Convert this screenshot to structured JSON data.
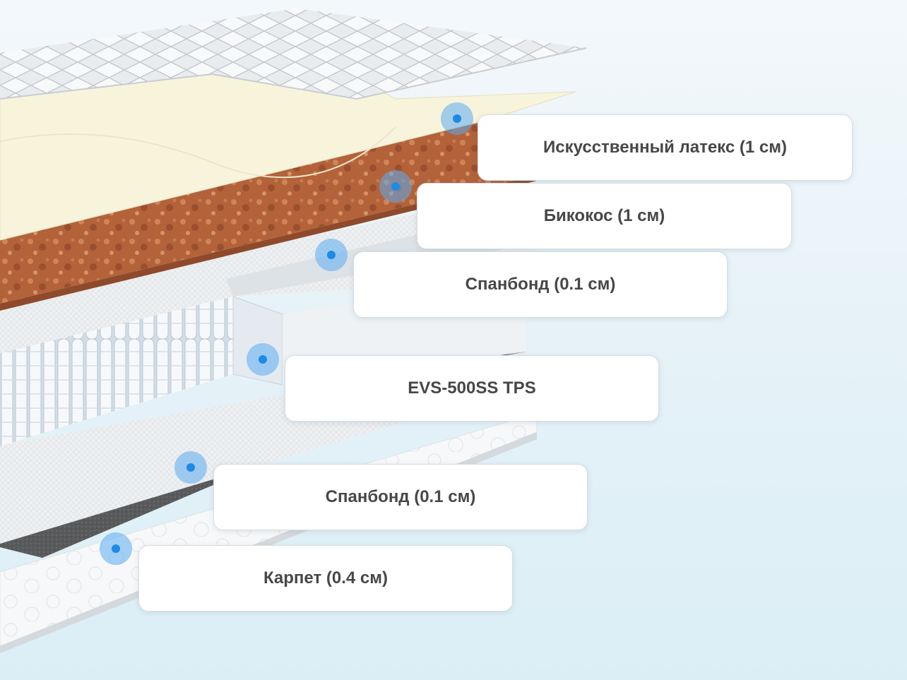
{
  "layers": [
    {
      "label": "Искусственный латекс (1 см)"
    },
    {
      "label": "Бикокос (1 см)"
    },
    {
      "label": "Спанбонд (0.1 см)"
    },
    {
      "label": "EVS-500SS TPS"
    },
    {
      "label": "Спанбонд (0.1 см)"
    },
    {
      "label": "Карпет (0.4 см)"
    }
  ],
  "colors": {
    "marker": "#1e8ae6",
    "marker_halo": "#5bacf0",
    "label_text": "#474747",
    "coconut_layer": "#b5643c",
    "latex_layer": "#f7f2d8",
    "felt_layer": "#5a5c5e"
  }
}
